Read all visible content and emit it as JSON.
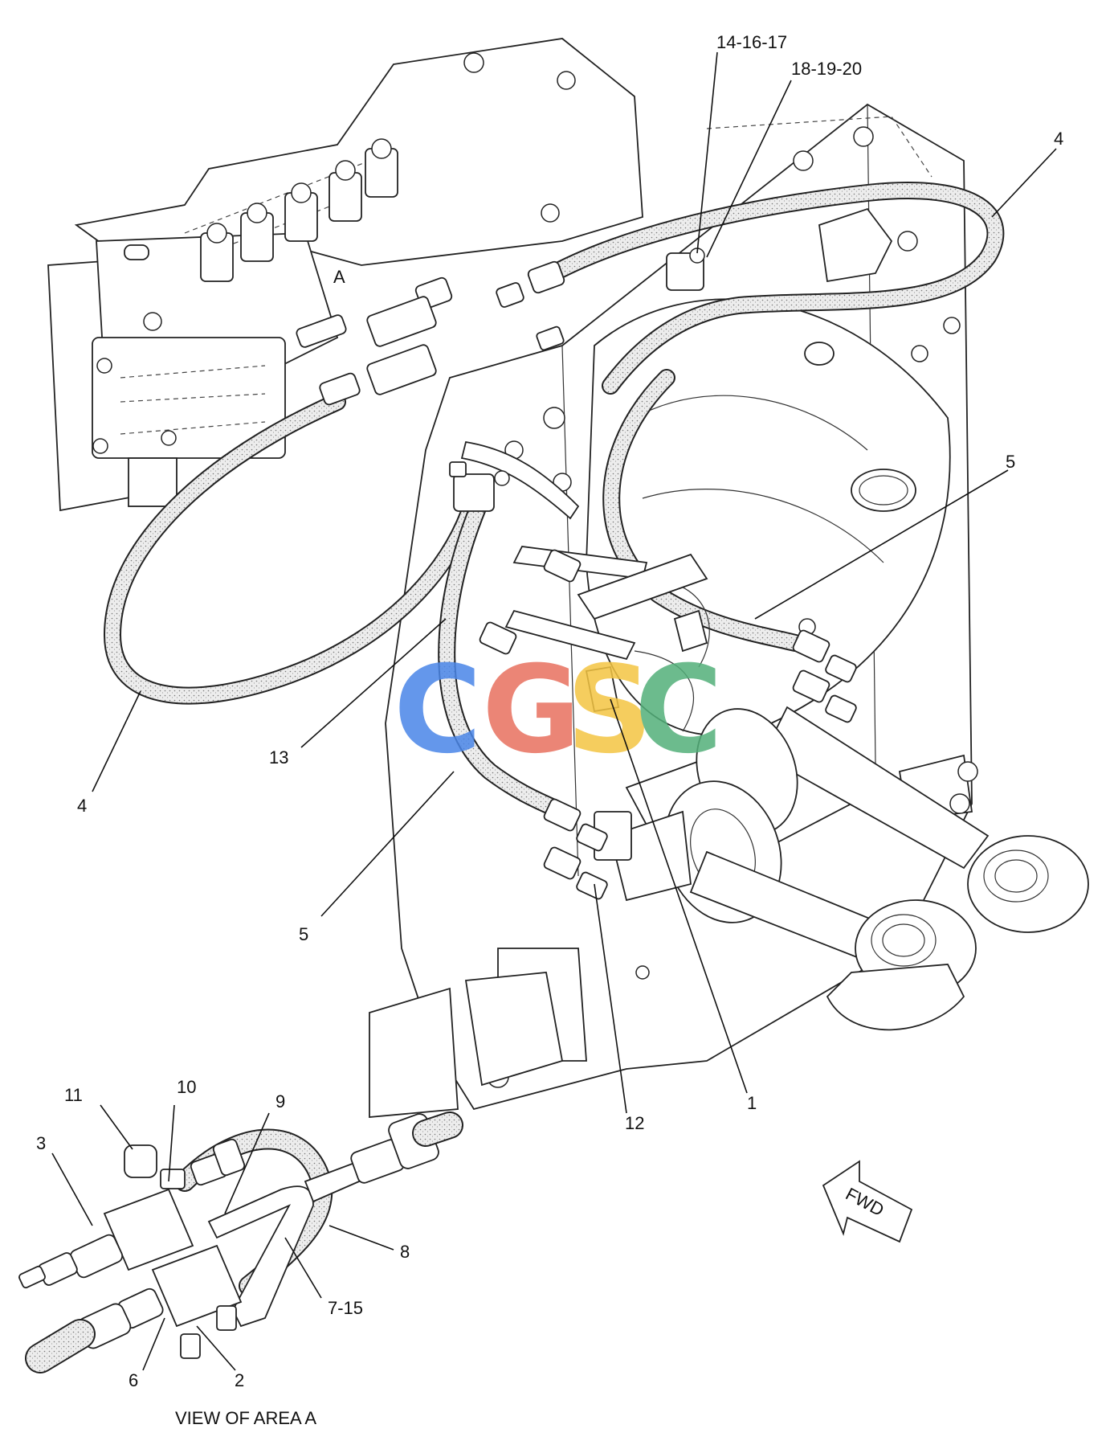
{
  "callouts": {
    "c_14_16_17": "14-16-17",
    "c_18_19_20": "18-19-20",
    "c_4_top": "4",
    "c_a": "A",
    "c_5_right": "5",
    "c_13": "13",
    "c_4_left": "4",
    "c_5_lower": "5",
    "c_1": "1",
    "c_12": "12",
    "c_11": "11",
    "c_10": "10",
    "c_9": "9",
    "c_3": "3",
    "c_8": "8",
    "c_7_15": "7-15",
    "c_6": "6",
    "c_2": "2"
  },
  "fwd_label": "FWD",
  "view_label": "VIEW OF AREA A",
  "watermark": {
    "text": "CGSC",
    "colors": [
      "#4a86e8",
      "#e8705f",
      "#f4c542",
      "#53b07a"
    ]
  },
  "colors": {
    "line": "#222222",
    "hose_fill": "#e9e9e9",
    "background": "#ffffff"
  }
}
